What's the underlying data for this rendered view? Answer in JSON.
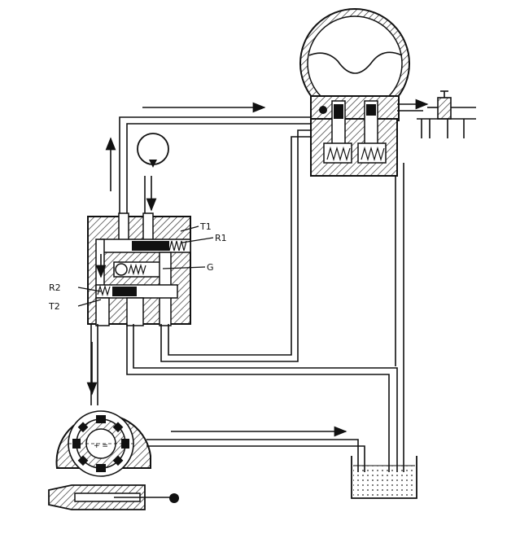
{
  "labels": {
    "t1": "T1",
    "r1": "R1",
    "g": "G",
    "r2": "R2",
    "t2": "T2"
  },
  "colors": {
    "ink": "#111111",
    "paper": "#ffffff"
  }
}
